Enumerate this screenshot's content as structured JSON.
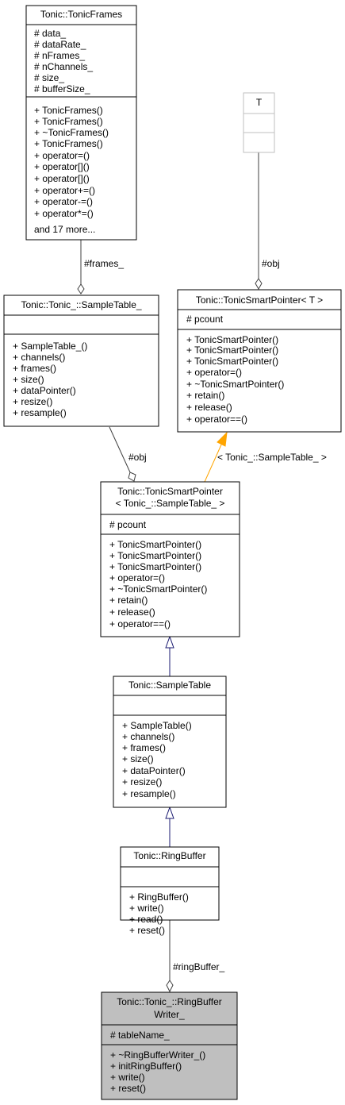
{
  "nodes": {
    "tonic_frames": {
      "title": "Tonic::TonicFrames",
      "attributes": [
        "# data_",
        "# dataRate_",
        "# nFrames_",
        "# nChannels_",
        "# size_",
        "# bufferSize_"
      ],
      "methods": [
        "+ TonicFrames()",
        "+ TonicFrames()",
        "+ ~TonicFrames()",
        "+ TonicFrames()",
        "+ operator=()",
        "+ operator[]()",
        "+ operator[]()",
        "+ operator+=()",
        "+ operator-=()",
        "+ operator*=()",
        "and 17 more..."
      ]
    },
    "template_t": {
      "title": "T"
    },
    "sample_table_impl": {
      "title": "Tonic::Tonic_::SampleTable_",
      "methods": [
        "+ SampleTable_()",
        "+ channels()",
        "+ frames()",
        "+ size()",
        "+ dataPointer()",
        "+ resize()",
        "+ resample()"
      ]
    },
    "smart_pointer_template": {
      "title": "Tonic::TonicSmartPointer< T >",
      "attributes": [
        "# pcount"
      ],
      "methods": [
        "+ TonicSmartPointer()",
        "+ TonicSmartPointer()",
        "+ TonicSmartPointer()",
        "+ operator=()",
        "+ ~TonicSmartPointer()",
        "+ retain()",
        "+ release()",
        "+ operator==()"
      ]
    },
    "smart_pointer_sample_table": {
      "title_line1": "Tonic::TonicSmartPointer",
      "title_line2": "< Tonic_::SampleTable_ >",
      "attributes": [
        "# pcount"
      ],
      "methods": [
        "+ TonicSmartPointer()",
        "+ TonicSmartPointer()",
        "+ TonicSmartPointer()",
        "+ operator=()",
        "+ ~TonicSmartPointer()",
        "+ retain()",
        "+ release()",
        "+ operator==()"
      ]
    },
    "sample_table": {
      "title": "Tonic::SampleTable",
      "methods": [
        "+ SampleTable()",
        "+ channels()",
        "+ frames()",
        "+ size()",
        "+ dataPointer()",
        "+ resize()",
        "+ resample()"
      ]
    },
    "ring_buffer": {
      "title": "Tonic::RingBuffer",
      "methods": [
        "+ RingBuffer()",
        "+ write()",
        "+ read()",
        "+ reset()"
      ]
    },
    "ring_buffer_writer": {
      "title_line1": "Tonic::Tonic_::RingBuffer",
      "title_line2": "Writer_",
      "attributes": [
        "# tableName_"
      ],
      "methods": [
        "+ ~RingBufferWriter_()",
        "+ initRingBuffer()",
        "+ write()",
        "+ reset()"
      ]
    }
  },
  "edges": {
    "frames_label": "#frames_",
    "obj_template_label": "#obj",
    "obj_impl_label": "#obj",
    "template_binding_label": "< Tonic_::SampleTable_ >",
    "ring_buffer_label": "#ringBuffer_"
  },
  "colors": {
    "highlight_fill": "#bfbfbf",
    "inheritance_edge": "#191970",
    "template_edge": "#ffa500",
    "usage_edge": "#404040"
  }
}
